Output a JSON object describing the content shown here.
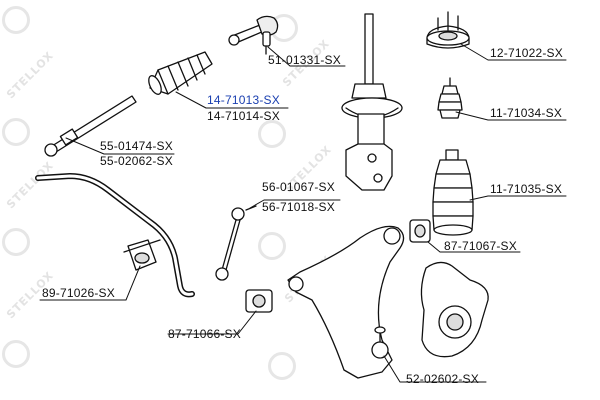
{
  "watermark": {
    "text": "STELLOX"
  },
  "parts": [
    {
      "id": "p1",
      "number": "51-01331-SX",
      "highlighted": false
    },
    {
      "id": "p2",
      "number": "12-71022-SX",
      "highlighted": false
    },
    {
      "id": "p3",
      "number": "14-71013-SX",
      "highlighted": true
    },
    {
      "id": "p4",
      "number": "14-71014-SX",
      "highlighted": false
    },
    {
      "id": "p5",
      "number": "11-71034-SX",
      "highlighted": false
    },
    {
      "id": "p6",
      "number": "55-01474-SX",
      "highlighted": false
    },
    {
      "id": "p7",
      "number": "55-02062-SX",
      "highlighted": false
    },
    {
      "id": "p8",
      "number": "56-01067-SX",
      "highlighted": false
    },
    {
      "id": "p9",
      "number": "56-71018-SX",
      "highlighted": false
    },
    {
      "id": "p10",
      "number": "11-71035-SX",
      "highlighted": false
    },
    {
      "id": "p11",
      "number": "87-71067-SX",
      "highlighted": false
    },
    {
      "id": "p12",
      "number": "89-71026-SX",
      "highlighted": false
    },
    {
      "id": "p13",
      "number": "87-71066-SX",
      "highlighted": false
    },
    {
      "id": "p14",
      "number": "52-02602-SX",
      "highlighted": false
    }
  ],
  "colors": {
    "line": "#111111",
    "highlight": "#1a3fb0",
    "part_fill": "#ffffff",
    "part_shade": "#d9d9d9",
    "watermark": "#e3e3e3"
  }
}
